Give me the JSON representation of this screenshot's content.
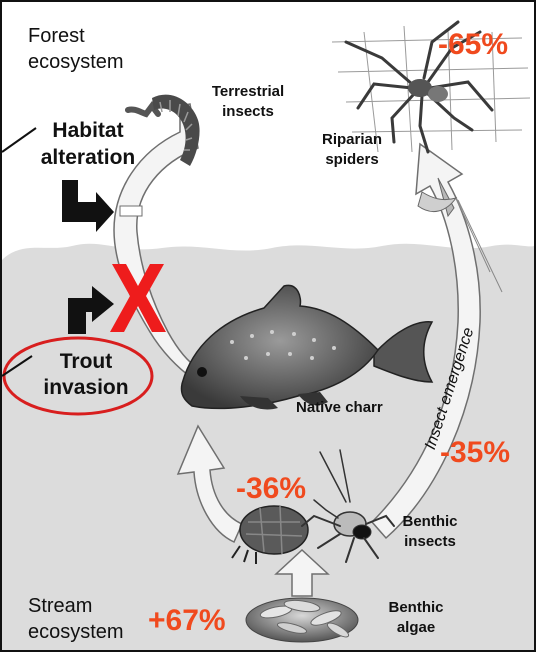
{
  "forest_label": [
    "Forest",
    "ecosystem"
  ],
  "stream_label": [
    "Stream",
    "ecosystem"
  ],
  "terrestrial_insects": [
    "Terrestrial",
    "insects"
  ],
  "habitat_alteration": [
    "Habitat",
    "alteration"
  ],
  "riparian_spiders": [
    "Riparian",
    "spiders"
  ],
  "trout_invasion": [
    "Trout",
    "invasion"
  ],
  "native_charr": "Native charr",
  "insect_emergence": "Insect emergence",
  "benthic_insects": [
    "Benthic",
    "insects"
  ],
  "benthic_algae": [
    "Benthic",
    "algae"
  ],
  "pct_spiders": "-65%",
  "pct_emergence": "-35%",
  "pct_benthic_insects": "-36%",
  "pct_algae": "+67%",
  "colors": {
    "accent_red": "#f04a1e",
    "cross_red": "#ee1c1c",
    "ring_red": "#d81e1e",
    "water": "#dcdcdc",
    "arrow_fill": "#f4f4f4",
    "arrow_stroke": "#6f6f6f"
  },
  "icons": [
    "spider-icon",
    "mayfly-icon",
    "caterpillar-icon",
    "charr-fish-icon",
    "stonefly-larva-icon",
    "caddis-case-icon",
    "algae-icon"
  ]
}
